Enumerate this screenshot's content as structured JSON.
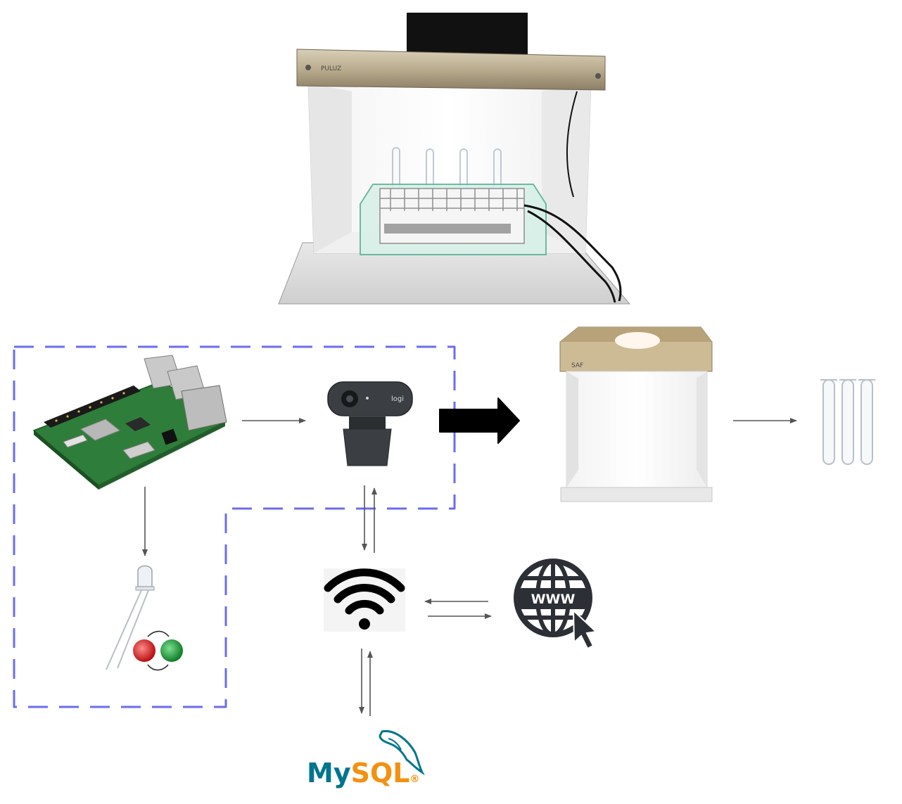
{
  "colors": {
    "dashed_boundary": "#6b6cf0",
    "arrow": "#555555",
    "big_arrow": "#000000",
    "led_red": "#d61f1f",
    "led_green": "#1fa23d",
    "mysql_blue": "#00758f",
    "mysql_orange": "#f29111"
  },
  "components": {
    "raspberry_pi": {
      "icon": "raspberry-pi-board"
    },
    "webcam": {
      "icon": "webcam",
      "brand": "logi"
    },
    "led": {
      "icon": "led-red-green"
    },
    "wifi": {
      "icon": "wifi-icon"
    },
    "web": {
      "icon": "globe-www-cursor",
      "label": "WWW"
    },
    "mysql": {
      "icon": "mysql-dolphin",
      "label_my": "My",
      "label_sql": "SQL"
    },
    "lightbox": {
      "icon": "photo-lightbox",
      "brand": "SAF"
    },
    "test_tubes": {
      "icon": "test-tubes"
    },
    "photo_setup": {
      "icon": "photo-lightbox-with-sample-rack",
      "brand": "PULUZ"
    }
  }
}
